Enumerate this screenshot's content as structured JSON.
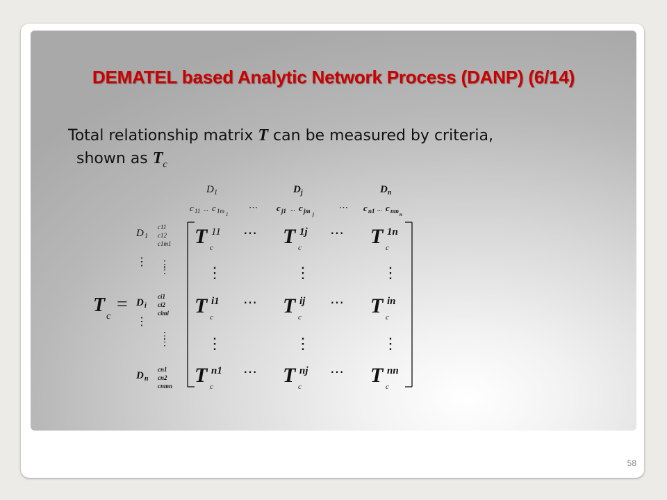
{
  "slide": {
    "title": "DEMATEL based Analytic Network Process (DANP) (6/14)",
    "page_number": "58",
    "text_line1_pre": "Total relationship matrix ",
    "text_line1_sym": "T",
    "text_line1_post": " can be measured by criteria,",
    "text_line2_pre": "shown as ",
    "text_line2_sym": "T",
    "text_line2_sub": "c"
  },
  "equation": {
    "lhs_symbol": "T",
    "lhs_subscript": "c",
    "equals": "=",
    "col_dims": [
      {
        "main": "D",
        "sub": "1",
        "range_a": "c",
        "range_a_sub": "11",
        "range_b": "c",
        "range_b_sub": "1m",
        "range_b_subsub": "1"
      },
      {
        "main": "D",
        "sub": "j",
        "range_a": "c",
        "range_a_sub": "j1",
        "range_b": "c",
        "range_b_sub": "jm",
        "range_b_subsub": "j"
      },
      {
        "main": "D",
        "sub": "n",
        "range_a": "c",
        "range_a_sub": "n1",
        "range_b": "c",
        "range_b_sub": "nm",
        "range_b_subsub": "n"
      }
    ],
    "row_dims": [
      {
        "main": "D",
        "sub": "1",
        "c_labels": [
          "c11",
          "c12",
          "c1m1"
        ]
      },
      {
        "main": "D",
        "sub": "i",
        "c_labels": [
          "ci1",
          "ci2",
          "cimi"
        ]
      },
      {
        "main": "D",
        "sub": "n",
        "c_labels": [
          "cn1",
          "cn2",
          "cnmn"
        ]
      }
    ],
    "cells": [
      [
        {
          "sup": "11"
        },
        {
          "sup": "1j"
        },
        {
          "sup": "1n"
        }
      ],
      [
        {
          "sup": "i1"
        },
        {
          "sup": "ij"
        },
        {
          "sup": "in"
        }
      ],
      [
        {
          "sup": "n1"
        },
        {
          "sup": "nj"
        },
        {
          "sup": "nn"
        }
      ]
    ],
    "cell_symbol": "T",
    "cell_subscript": "c",
    "hdots": "⋯",
    "vdots": "⋮"
  }
}
